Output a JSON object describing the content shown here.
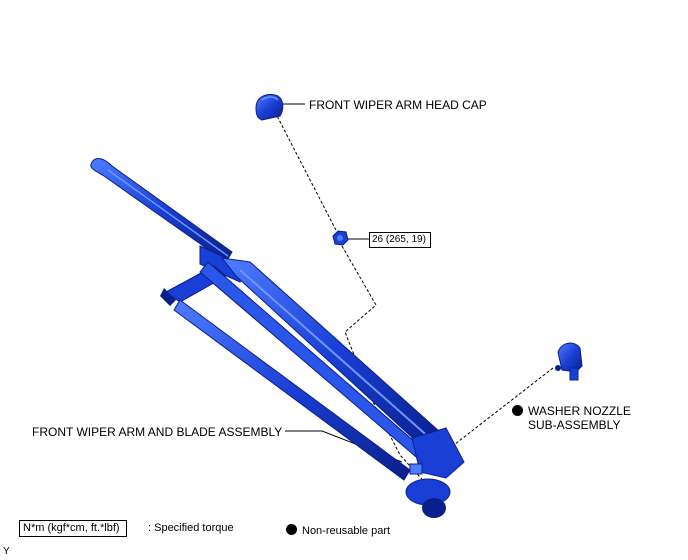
{
  "labels": {
    "head_cap": "FRONT WIPER ARM HEAD CAP",
    "torque": "26 (265, 19)",
    "washer_nozzle_line1": "WASHER NOZZLE",
    "washer_nozzle_line2": "SUB-ASSEMBLY",
    "arm_blade": "FRONT WIPER ARM AND BLADE ASSEMBLY"
  },
  "legend": {
    "torque_units": "N*m (kgf*cm, ft.*lbf)",
    "torque_desc": ": Specified torque",
    "non_reusable": "Non-reusable part"
  },
  "corner_mark": "Y",
  "colors": {
    "part_blue": "#1a3fd6",
    "part_dark": "#0a1f8c",
    "part_light": "#4f7dff"
  }
}
